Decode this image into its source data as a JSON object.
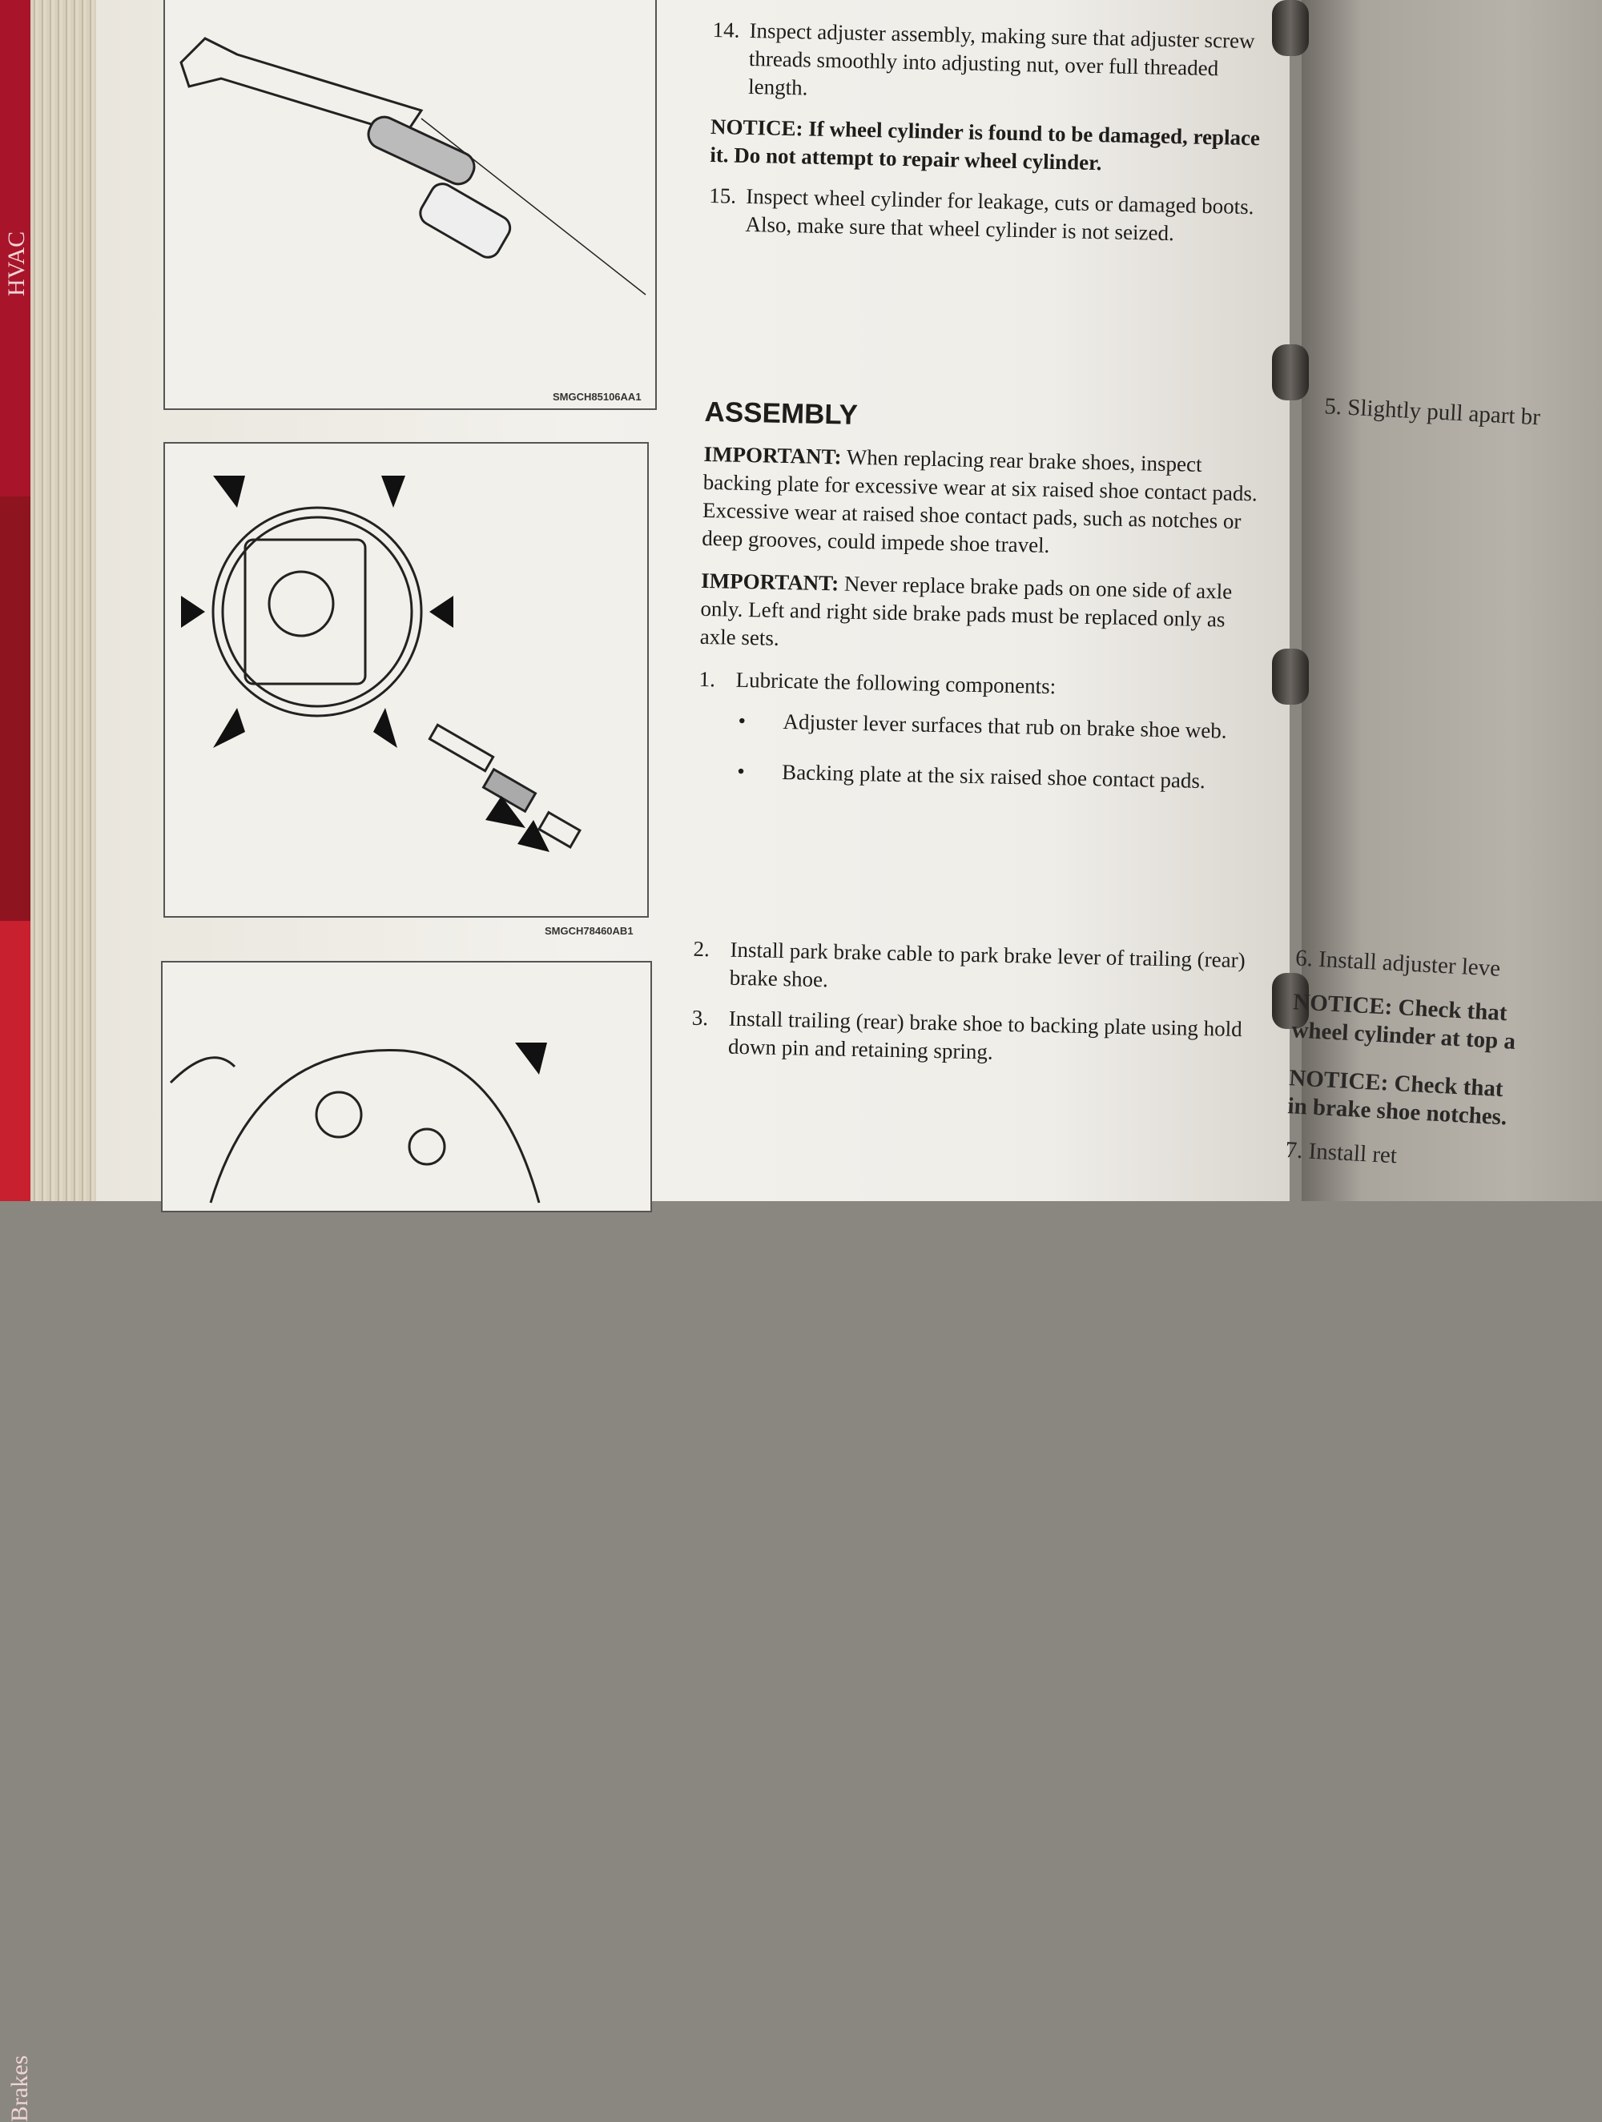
{
  "tabs": {
    "upper_label": "HVAC",
    "lower_label": "Brakes"
  },
  "figures": [
    {
      "caption": "SMGCH85106AA1"
    },
    {
      "caption": "SMGCH78460AB1"
    },
    {
      "caption": ""
    }
  ],
  "main": {
    "step14": {
      "num": "14.",
      "text": "Inspect adjuster assembly, making sure that adjuster screw threads smoothly into adjusting nut, over full threaded length."
    },
    "notice1": "NOTICE: If wheel cylinder is found to be damaged, replace it. Do not attempt to repair wheel cylinder.",
    "step15": {
      "num": "15.",
      "text": "Inspect wheel cylinder for leakage, cuts or damaged boots. Also, make sure that wheel cylinder is not seized."
    },
    "heading": "ASSEMBLY",
    "important1": {
      "label": "IMPORTANT:",
      "text": " When replacing rear brake shoes, inspect backing plate for excessive wear at six raised shoe contact pads. Excessive wear at raised shoe contact pads, such as notches or deep grooves, could impede shoe travel."
    },
    "important2": {
      "label": "IMPORTANT:",
      "text": " Never replace brake pads on one side of axle only. Left and right side brake pads must be replaced only as axle sets."
    },
    "step1": {
      "num": "1.",
      "text": "Lubricate the following components:"
    },
    "bullets": [
      "Adjuster lever surfaces that rub on brake shoe web.",
      "Backing plate at the six raised shoe contact pads."
    ],
    "step2": {
      "num": "2.",
      "text": "Install park brake cable to park brake lever of trailing (rear) brake shoe."
    },
    "step3": {
      "num": "3.",
      "text": "Install trailing (rear) brake shoe to backing plate using hold down pin and retaining spring."
    }
  },
  "right_page": {
    "step5": "5. Slightly pull apart br",
    "step6": "6. Install adjuster leve",
    "notice_a": "NOTICE: Check that",
    "notice_a2": "wheel cylinder at top a",
    "notice_b": "NOTICE: Check that",
    "notice_b2": "in brake shoe notches.",
    "step7": "7. Install ret"
  }
}
